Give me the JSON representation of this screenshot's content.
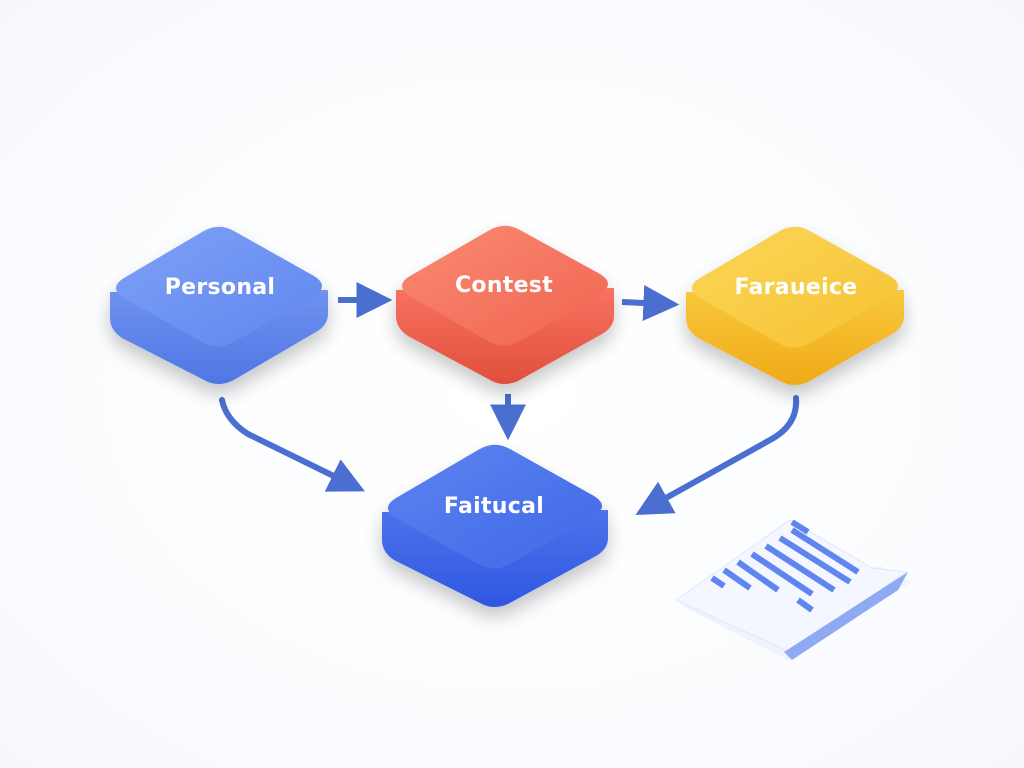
{
  "diagram": {
    "nodes": [
      {
        "id": "personal",
        "label": "Personal"
      },
      {
        "id": "contest",
        "label": "Contest"
      },
      {
        "id": "faraueice",
        "label": "Faraueice"
      },
      {
        "id": "faitucal",
        "label": "Faitucal"
      }
    ],
    "edges": [
      {
        "from": "personal",
        "to": "contest"
      },
      {
        "from": "contest",
        "to": "faraueice"
      },
      {
        "from": "personal",
        "to": "faitucal"
      },
      {
        "from": "contest",
        "to": "faitucal"
      },
      {
        "from": "faraueice",
        "to": "faitucal"
      }
    ],
    "decorations": {
      "document_icon": "document-icon"
    },
    "colors": {
      "personal": "#6a8ff2",
      "contest": "#f4705a",
      "faraueice": "#f8c83c",
      "faitucal": "#4a73ec",
      "arrow": "#4a6fd0"
    }
  }
}
